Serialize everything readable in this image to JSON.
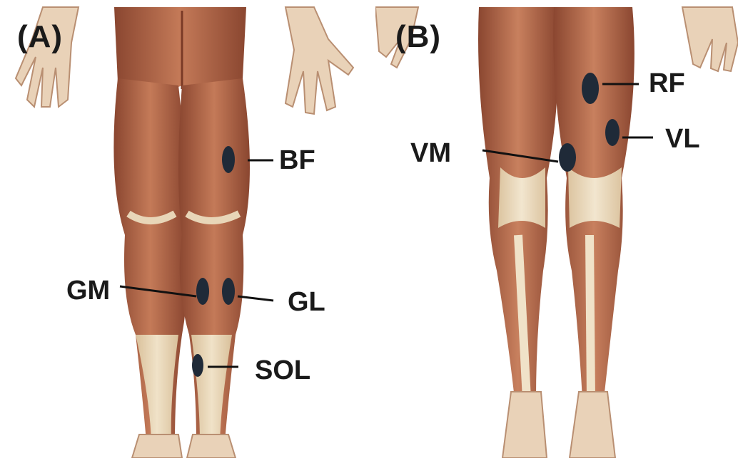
{
  "panels": [
    {
      "label": "(A)",
      "view": "posterior",
      "markers": [
        {
          "abbr": "BF"
        },
        {
          "abbr": "GM"
        },
        {
          "abbr": "GL"
        },
        {
          "abbr": "SOL"
        }
      ]
    },
    {
      "label": "(B)",
      "view": "anterior",
      "markers": [
        {
          "abbr": "RF"
        },
        {
          "abbr": "VL"
        },
        {
          "abbr": "VM"
        }
      ]
    }
  ],
  "colors": {
    "marker": "#1f2a38",
    "muscle": "#b0664a",
    "muscle_dark": "#8a4630",
    "tendon": "#e8d6b8",
    "skin_bg": "#ffffff"
  }
}
